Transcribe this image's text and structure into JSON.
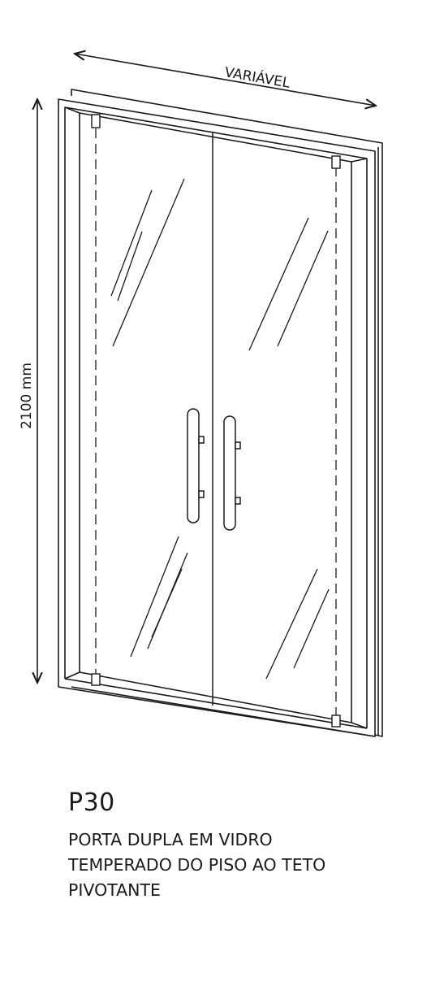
{
  "drawing": {
    "width_label": "VARIÁVEL",
    "height_label": "2100 mm"
  },
  "product": {
    "code": "P30",
    "description_lines": [
      "PORTA DUPLA EM VIDRO",
      "TEMPERADO DO PISO AO TETO",
      "PIVOTANTE"
    ]
  },
  "colors": {
    "line": "#1a1a1a",
    "background": "#ffffff"
  }
}
